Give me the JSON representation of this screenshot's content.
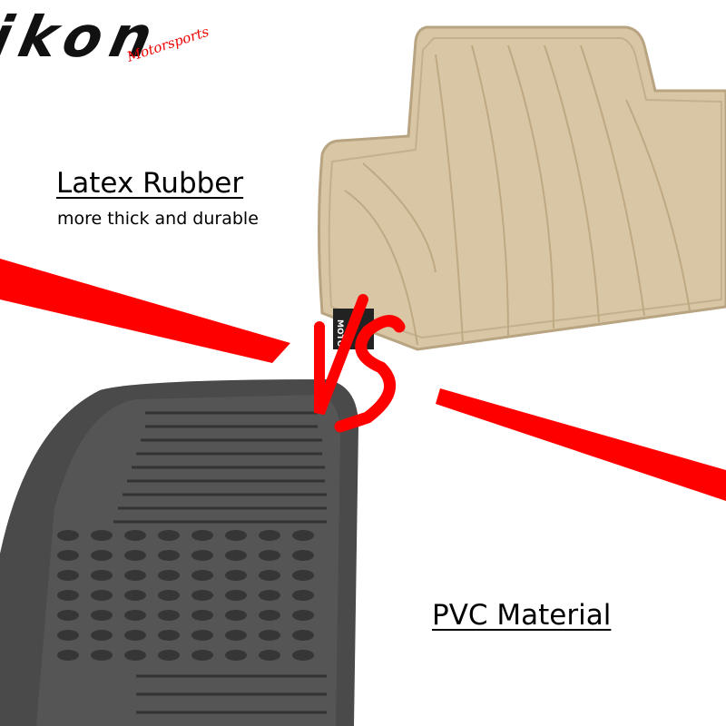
{
  "brand": {
    "logo_text": "ikon",
    "logo_script": "Motorsports",
    "accent_color": "#ff0000"
  },
  "latex": {
    "title": "Latex Rubber",
    "subtitle": "more thick and durable",
    "mat_color": "#d9c6a5",
    "badge_text": "MOTO"
  },
  "versus": {
    "text": "VS"
  },
  "pvc": {
    "title": "PVC Material",
    "mat_color": "#4a4a4a"
  }
}
